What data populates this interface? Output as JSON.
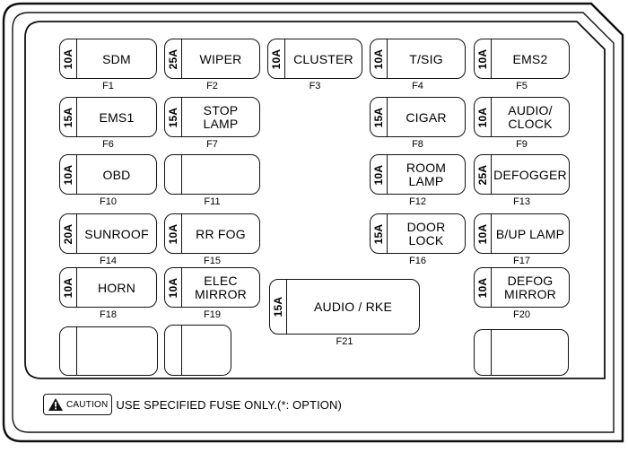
{
  "fuses": [
    {
      "id": "F1",
      "rating": "10A",
      "name": "SDM"
    },
    {
      "id": "F2",
      "rating": "25A",
      "name": "WIPER"
    },
    {
      "id": "F3",
      "rating": "10A",
      "name": "CLUSTER"
    },
    {
      "id": "F4",
      "rating": "10A",
      "name": "T/SIG"
    },
    {
      "id": "F5",
      "rating": "10A",
      "name": "EMS2"
    },
    {
      "id": "F6",
      "rating": "15A",
      "name": "EMS1"
    },
    {
      "id": "F7",
      "rating": "15A",
      "name": "STOP\nLAMP"
    },
    {
      "id": "F8",
      "rating": "15A",
      "name": "CIGAR"
    },
    {
      "id": "F9",
      "rating": "10A",
      "name": "AUDIO/\nCLOCK"
    },
    {
      "id": "F10",
      "rating": "10A",
      "name": "OBD"
    },
    {
      "id": "F11",
      "rating": "",
      "name": ""
    },
    {
      "id": "F12",
      "rating": "10A",
      "name": "ROOM\nLAMP"
    },
    {
      "id": "F13",
      "rating": "25A",
      "name": "DEFOGGER"
    },
    {
      "id": "F14",
      "rating": "20A",
      "name": "SUNROOF"
    },
    {
      "id": "F15",
      "rating": "10A",
      "name": "RR FOG"
    },
    {
      "id": "F16",
      "rating": "15A",
      "name": "DOOR\nLOCK"
    },
    {
      "id": "F17",
      "rating": "10A",
      "name": "B/UP LAMP"
    },
    {
      "id": "F18",
      "rating": "10A",
      "name": "HORN"
    },
    {
      "id": "F19",
      "rating": "10A",
      "name": "ELEC\nMIRROR"
    },
    {
      "id": "F20",
      "rating": "10A",
      "name": "DEFOG\nMIRROR"
    },
    {
      "id": "F21",
      "rating": "15A",
      "name": "AUDIO / RKE"
    }
  ],
  "spares": [
    "",
    "",
    ""
  ],
  "caution": {
    "badge": "CAUTION",
    "text": "USE SPECIFIED FUSE ONLY.(*: OPTION)"
  }
}
